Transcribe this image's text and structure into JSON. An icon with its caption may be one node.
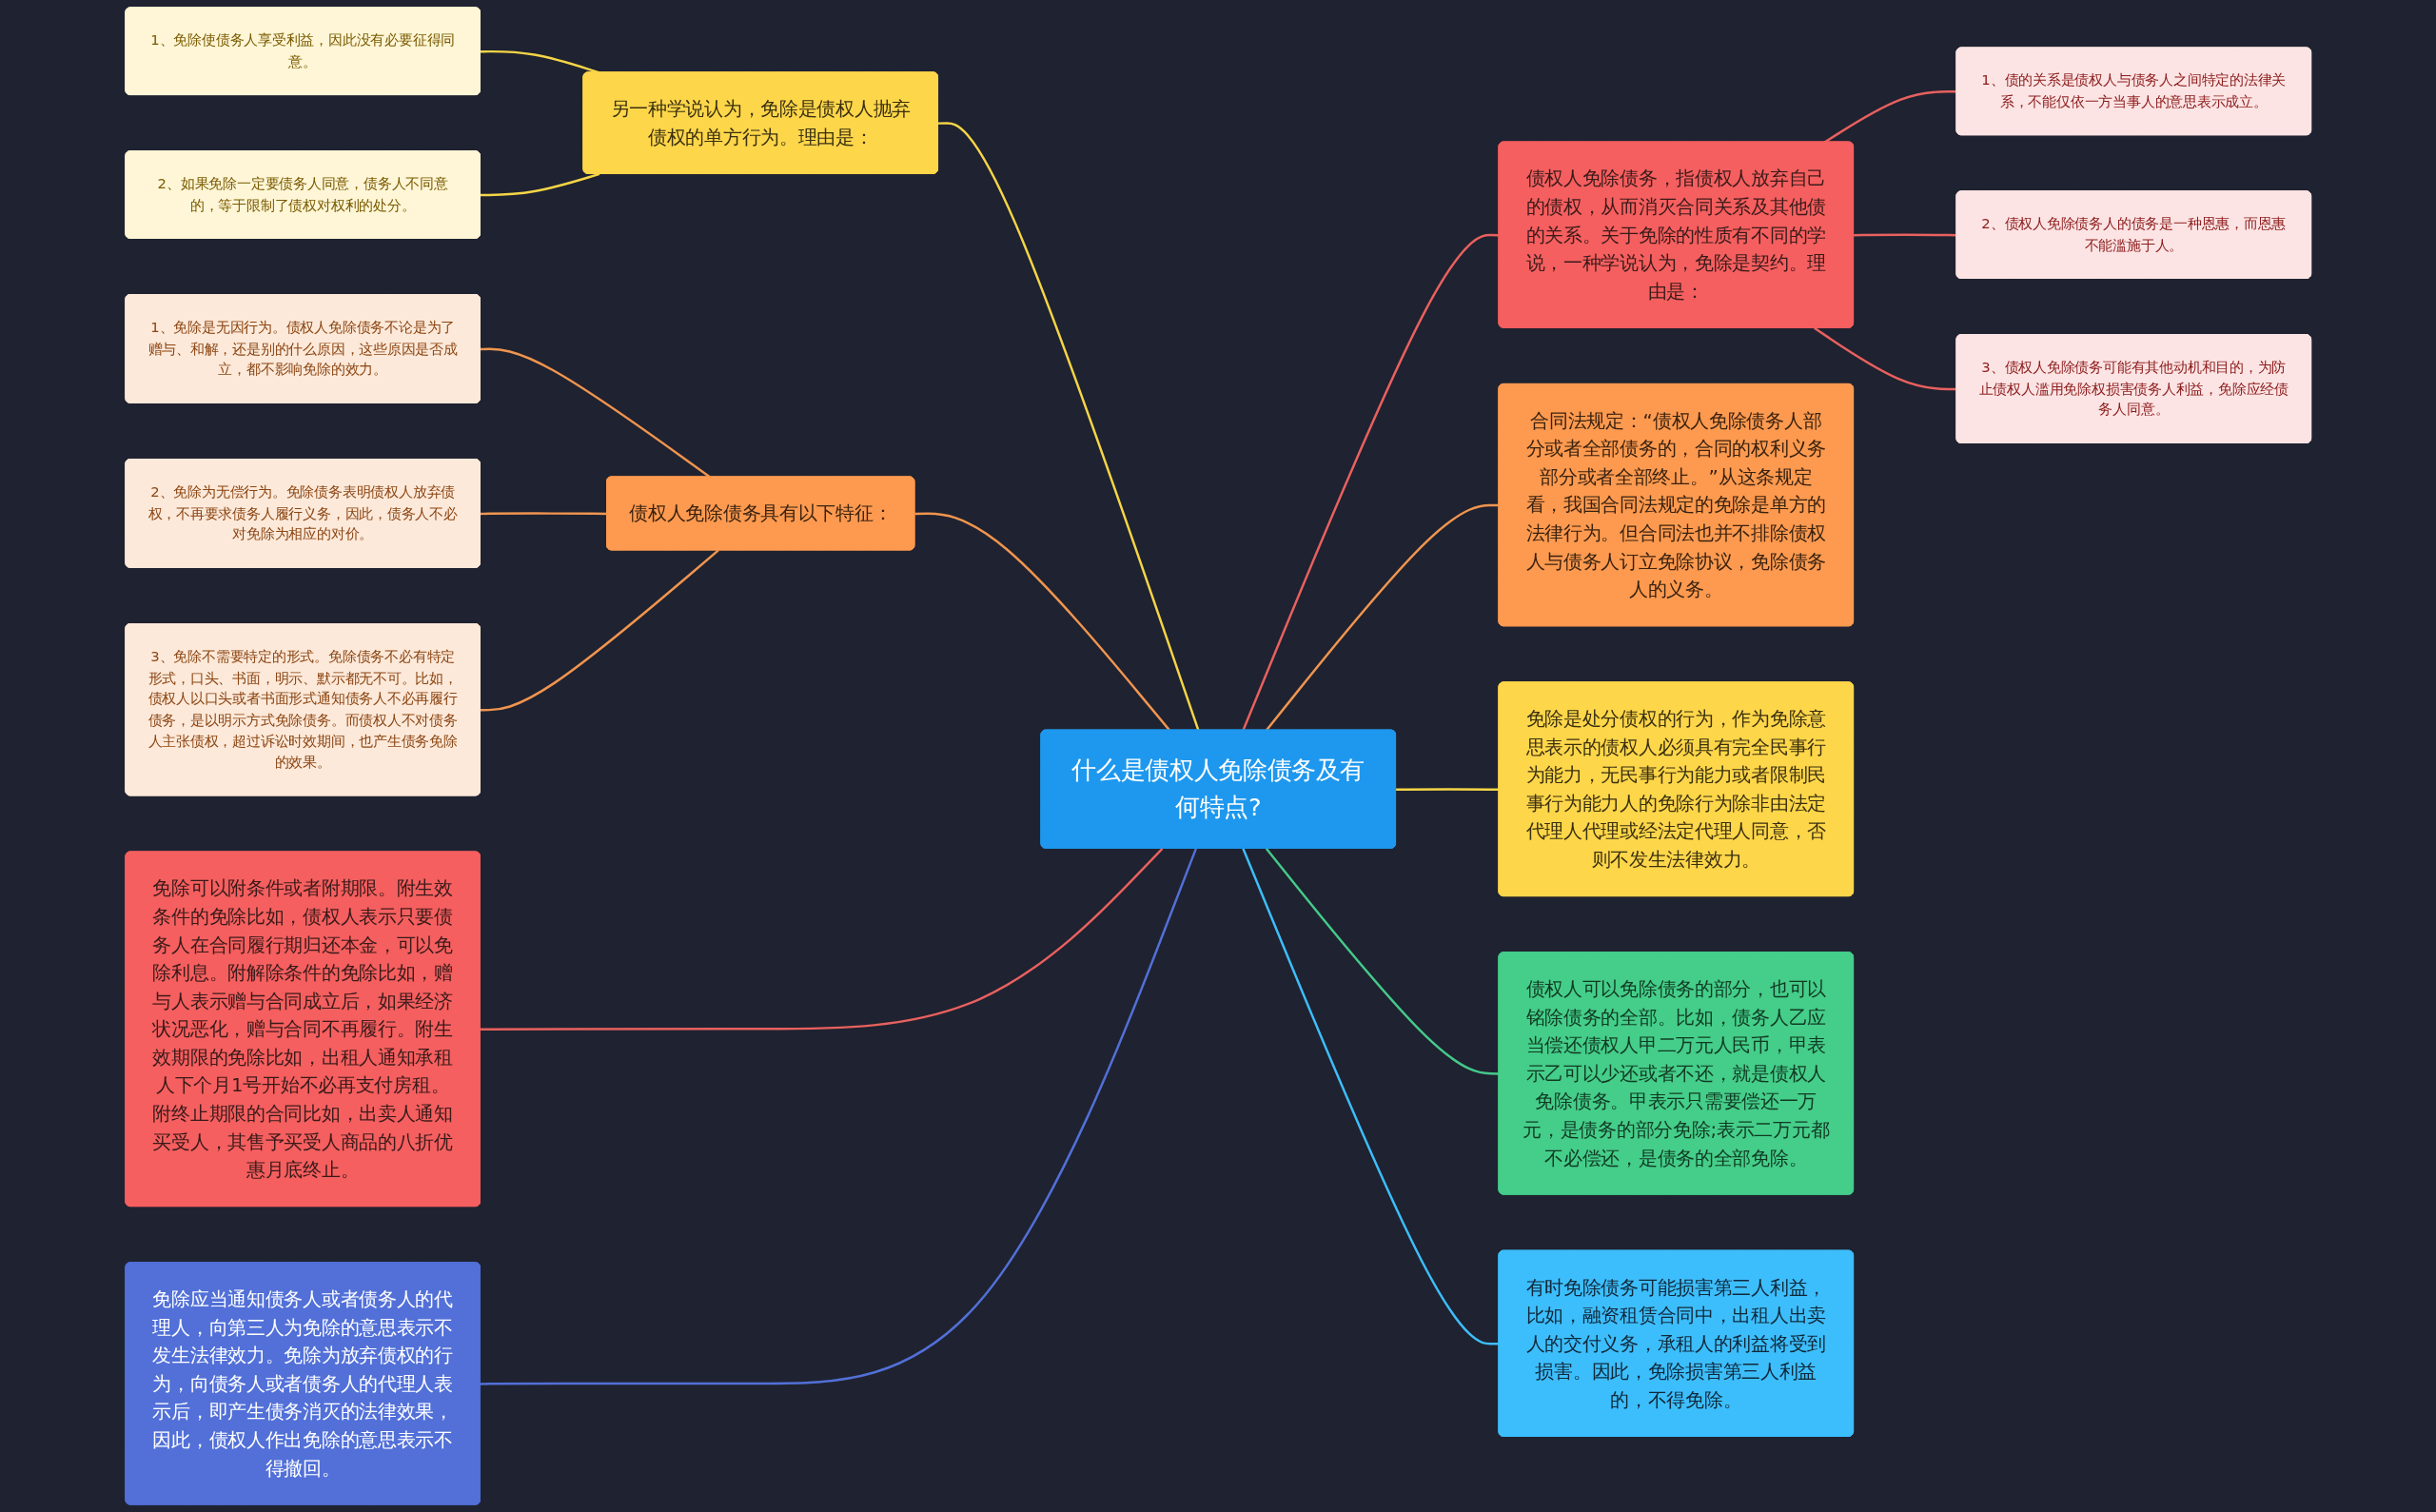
{
  "diagram": {
    "nodes": [
      {
        "text": [
          "什么是债权人免除债务及有何特点?"
        ]
      },
      {
        "text": [
          "债权人免除债务，指债权人放弃自己的债权，从而消灭合同关系及其他债的关系。关于免除的性质有不同的学说，一种学说认为，免除是契约。理由是："
        ]
      },
      {
        "text": [
          "1、债的关系是债权人与债务人之间特定的法律关系，不能仅依一方当事人的意思表示成立。"
        ]
      },
      {
        "text": [
          "2、债权人免除债务人的债务是一种恩惠，而恩惠不能滥施于人。"
        ]
      },
      {
        "text": [
          "3、债权人免除债务可能有其他动机和目的，为防止债权人滥用免除权损害债务人利益，免除应经债务人同意。"
        ]
      },
      {
        "text": [
          "合同法规定：“债权人免除债务人部分或者全部债务的，合同的权利义务部分或者全部终止。”从这条规定看，我国合同法规定的免除是单方的法律行为。但合同法也并不排除债权人与债务人订立免除协议，免除债务人的义务。"
        ]
      },
      {
        "text": [
          "免除是处分债权的行为，作为免除意思表示的债权人必须具有完全民事行为能力，无民事行为能力或者限制民事行为能力人的免除行为除非由法定代理人代理或经法定代理人同意，否则不发生法律效力。"
        ]
      },
      {
        "text": [
          "债权人可以免除债务的部分，也可以铭除债务的全部。比如，债务人乙应当偿还债权人甲二万元人民币，甲表示乙可以少还或者不还，就是债权人免除债务。甲表示只需要偿还一万元，是债务的部分免除;表示二万元都不必偿还，是债务的全部免除。"
        ]
      },
      {
        "text": [
          "有时免除债务可能损害第三人利益，比如，融资租赁合同中，出租人出卖人的交付义务，承租人的利益将受到损害。因此，免除损害第三人利益的，不得免除。"
        ]
      },
      {
        "text": [
          "另一种学说认为，免除是债权人抛弃债权的单方行为。理由是："
        ]
      },
      {
        "text": [
          "1、免除使债务人享受利益，因此没有必要征得同意。"
        ]
      },
      {
        "text": [
          "2、如果免除一定要债务人同意，债务人不同意的，等于限制了债权对权利的处分。"
        ]
      },
      {
        "text": [
          "债权人免除债务具有以下特征："
        ]
      },
      {
        "text": [
          "1、免除是无因行为。债权人免除债务不论是为了赠与、和解，还是别的什么原因，这些原因是否成立，都不影响免除的效力。"
        ]
      },
      {
        "text": [
          "2、免除为无偿行为。免除债务表明债权人放弃债权，不再要求债务人履行义务，因此，债务人不必对免除为相应的对价。"
        ]
      },
      {
        "text": [
          "3、免除不需要特定的形式。免除债务不必有特定形式，口头、书面，明示、默示都无不可。比如，债权人以口头或者书面形式通知债务人不必再履行债务，是以明示方式免除债务。而债权人不对债务人主张债权，超过诉讼时效期间，也产生债务免除的效果。"
        ]
      },
      {
        "text": [
          "免除可以附条件或者附期限。附生效条件的免除比如，债权人表示只要债务人在合同履行期归还本金，可以免除利息。附解除条件的免除比如，赠与人表示赠与合同成立后，如果经济状况恶化，赠与合同不再履行。附生效期限的免除比如，出租人通知承租人下个月1号开始不必再支付房租。附终止期限的合同比如，出卖人通知买受人，其售予买受人商品的八折优惠月底终止。"
        ]
      },
      {
        "text": [
          "免除应当通知债务人或者债务人的代理人，向第三人为免除的意思表示不发生法律效力。免除为放弃债权的行为，向债务人或者债务人的代理人表示后，即产生债务消灭的法律效果，因此，债权人作出免除的意思表示不得撤回。"
        ]
      }
    ],
    "edges": [
      {
        "from": 0,
        "to": 1,
        "arrow": "none",
        "color": "#e8615f"
      },
      {
        "from": 1,
        "to": 2,
        "arrow": "none",
        "color": "#e8615f"
      },
      {
        "from": 1,
        "to": 3,
        "arrow": "none",
        "color": "#e8615f"
      },
      {
        "from": 1,
        "to": 4,
        "arrow": "none",
        "color": "#e8615f"
      },
      {
        "from": 0,
        "to": 5,
        "arrow": "none",
        "color": "#f0954f"
      },
      {
        "from": 0,
        "to": 6,
        "arrow": "none",
        "color": "#f5d547"
      },
      {
        "from": 0,
        "to": 7,
        "arrow": "none",
        "color": "#45c98a"
      },
      {
        "from": 0,
        "to": 8,
        "arrow": "none",
        "color": "#3dbefc"
      },
      {
        "from": 9,
        "to": 0,
        "arrow": "none",
        "color": "#f5d547"
      },
      {
        "from": 10,
        "to": 9,
        "arrow": "none",
        "color": "#f5d547"
      },
      {
        "from": 11,
        "to": 9,
        "arrow": "none",
        "color": "#f5d547"
      },
      {
        "from": 12,
        "to": 0,
        "arrow": "none",
        "color": "#f0954f"
      },
      {
        "from": 13,
        "to": 12,
        "arrow": "none",
        "color": "#f0954f"
      },
      {
        "from": 14,
        "to": 12,
        "arrow": "none",
        "color": "#f0954f"
      },
      {
        "from": 15,
        "to": 12,
        "arrow": "none",
        "color": "#f0954f"
      },
      {
        "from": 16,
        "to": 0,
        "arrow": "none",
        "color": "#e8615f"
      },
      {
        "from": 17,
        "to": 0,
        "arrow": "none",
        "color": "#5270d8"
      }
    ]
  }
}
